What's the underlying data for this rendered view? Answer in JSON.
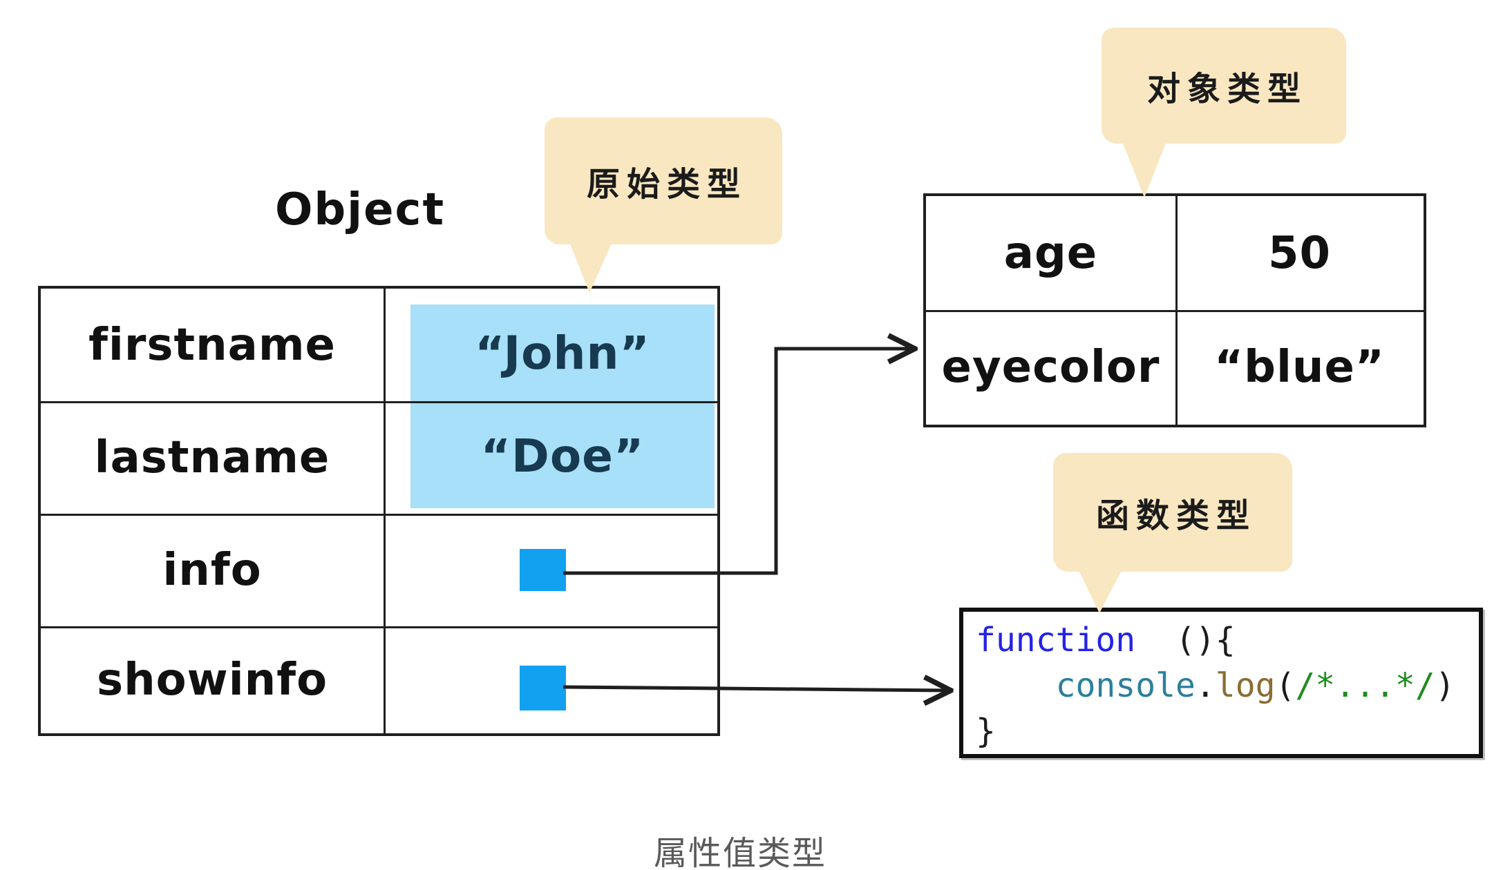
{
  "colors": {
    "border": "#1f1f1f",
    "square-blue": "#12a1f0",
    "highlight-blue": "#a7e0f8",
    "value-navy": "#173a50",
    "bubble-cream": "#f9e7c1",
    "caption-gray": "#595959",
    "code-keyword": "#2323e6",
    "code-object": "#2b7f9e",
    "code-method": "#8b6d33",
    "code-comment": "#1f8c1f",
    "code-plain": "#1c1c1c"
  },
  "object_table": {
    "title": "Object",
    "rows": [
      {
        "key": "firstname",
        "value": "“John”"
      },
      {
        "key": "lastname",
        "value": "“Doe”"
      },
      {
        "key": "info",
        "value": ""
      },
      {
        "key": "showinfo",
        "value": ""
      }
    ]
  },
  "bubbles": {
    "primitive": "原始类型",
    "object": "对象类型",
    "function": "函数类型"
  },
  "detail_table": {
    "rows": [
      {
        "key": "age",
        "value": "50"
      },
      {
        "key": "eyecolor",
        "value": "“blue”"
      }
    ]
  },
  "code": {
    "line1": [
      {
        "text": "function"
      },
      {
        "text": "  (){"
      }
    ],
    "line2_indent": "    ",
    "line2": [
      {
        "text": "console"
      },
      {
        "text": "."
      },
      {
        "text": "log"
      },
      {
        "text": "("
      },
      {
        "text": "/*...*/"
      },
      {
        "text": ")"
      }
    ],
    "line3": "}"
  },
  "caption": "属性值类型"
}
